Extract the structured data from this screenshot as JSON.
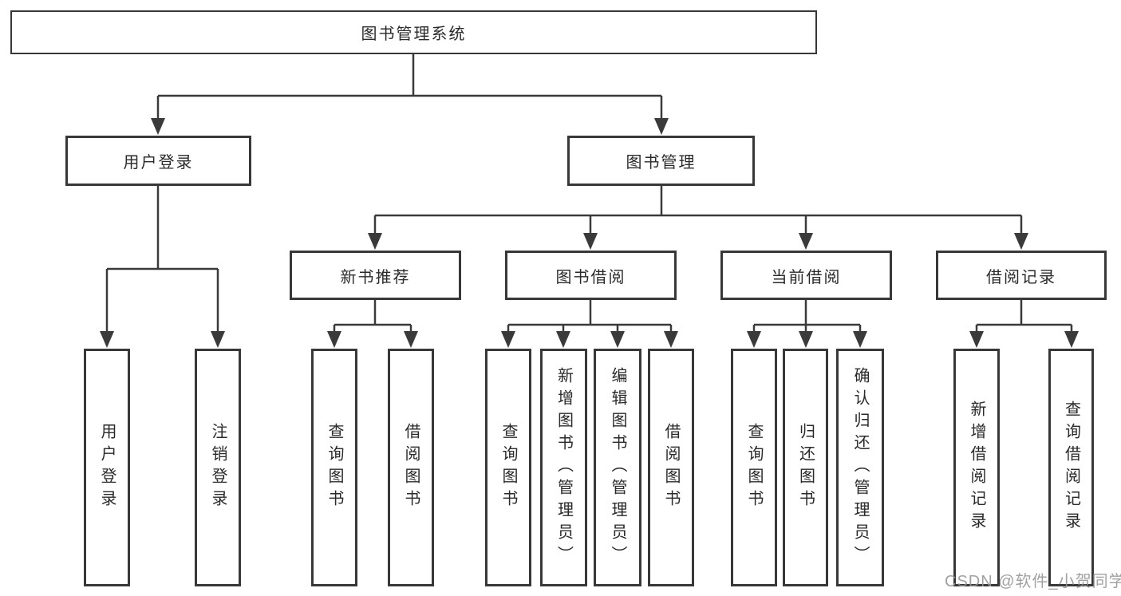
{
  "diagram": {
    "title": "图书管理系统",
    "root": {
      "label": "图书管理系统"
    },
    "level2": [
      {
        "label": "用户登录"
      },
      {
        "label": "图书管理"
      }
    ],
    "level3": [
      {
        "label": "新书推荐",
        "parent": "图书管理"
      },
      {
        "label": "图书借阅",
        "parent": "图书管理"
      },
      {
        "label": "当前借阅",
        "parent": "图书管理"
      },
      {
        "label": "借阅记录",
        "parent": "图书管理"
      }
    ],
    "leaves": [
      {
        "label": "用户登录",
        "parent": "用户登录"
      },
      {
        "label": "注销登录",
        "parent": "用户登录"
      },
      {
        "label": "查询图书",
        "parent": "新书推荐"
      },
      {
        "label": "借阅图书",
        "parent": "新书推荐"
      },
      {
        "label": "查询图书",
        "parent": "图书借阅"
      },
      {
        "label": "新增图书（管理员）",
        "parent": "图书借阅"
      },
      {
        "label": "编辑图书（管理员）",
        "parent": "图书借阅"
      },
      {
        "label": "借阅图书",
        "parent": "图书借阅"
      },
      {
        "label": "查询图书",
        "parent": "当前借阅"
      },
      {
        "label": "归还图书",
        "parent": "当前借阅"
      },
      {
        "label": "确认归还（管理员）",
        "parent": "当前借阅"
      },
      {
        "label": "新增借阅记录",
        "parent": "借阅记录"
      },
      {
        "label": "查询借阅记录",
        "parent": "借阅记录"
      }
    ],
    "colors": {
      "line": "#3a3a3a",
      "border": "#383838",
      "text": "#2a2a2a",
      "background": "#ffffff",
      "watermark": "#949494"
    }
  },
  "watermark": {
    "text": "CSDN @软件_小贺同学"
  }
}
